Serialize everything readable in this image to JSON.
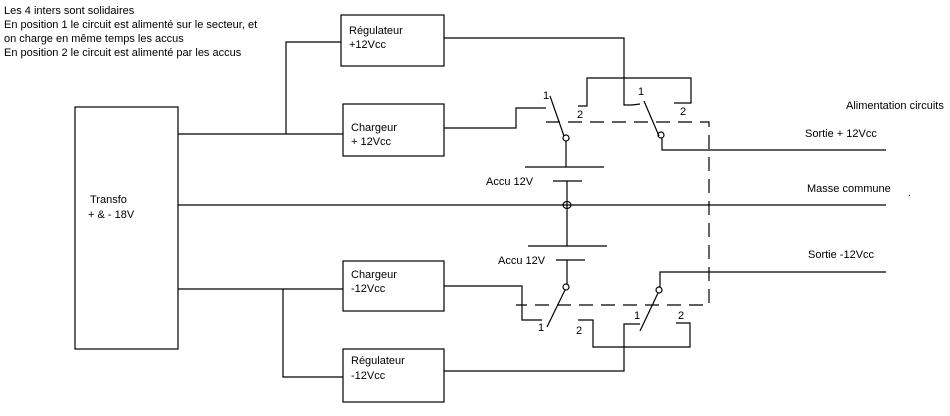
{
  "notes": [
    "Les 4 inters sont solidaires",
    "En position 1 le circuit est alimenté sur le secteur, et",
    "on charge en même temps les accus",
    "En position 2 le circuit est alimenté par les accus"
  ],
  "blocks": {
    "transfo": {
      "line1": "Transfo",
      "line2": "+ & - 18V"
    },
    "regulateur_pos": {
      "line1": "Régulateur",
      "line2": "+12Vcc"
    },
    "chargeur_pos": {
      "line1": "Chargeur",
      "line2": " + 12Vcc"
    },
    "chargeur_neg": {
      "line1": "Chargeur",
      "line2": "-12Vcc"
    },
    "regulateur_neg": {
      "line1": "Régulateur",
      "line2": "-12Vcc"
    }
  },
  "batteries": {
    "top": "Accu 12V",
    "bottom": "Accu 12V"
  },
  "switch_positions": {
    "pos1": "1",
    "pos2": "2"
  },
  "outputs": {
    "header": "Alimentation circuits",
    "sortie_pos": "Sortie + 12Vcc",
    "masse": "Masse commune",
    "sortie_neg": "Sortie -12Vcc"
  },
  "stray_dot": "."
}
